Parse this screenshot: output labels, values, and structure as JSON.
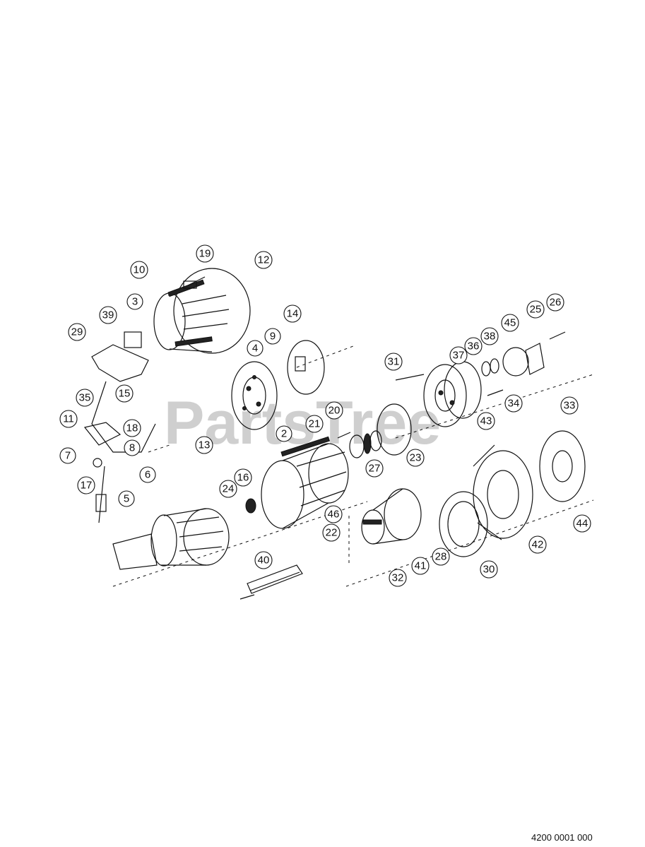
{
  "watermark": "PartsTree",
  "document_number": "4200 0001 000",
  "callouts": [
    "19",
    "12",
    "10",
    "3",
    "14",
    "9",
    "4",
    "39",
    "29",
    "31",
    "37",
    "36",
    "38",
    "45",
    "25",
    "26",
    "35",
    "15",
    "11",
    "18",
    "8",
    "7",
    "6",
    "17",
    "5",
    "13",
    "2",
    "21",
    "20",
    "23",
    "34",
    "43",
    "33",
    "27",
    "24",
    "16",
    "46",
    "22",
    "41",
    "28",
    "30",
    "32",
    "42",
    "44",
    "40"
  ]
}
